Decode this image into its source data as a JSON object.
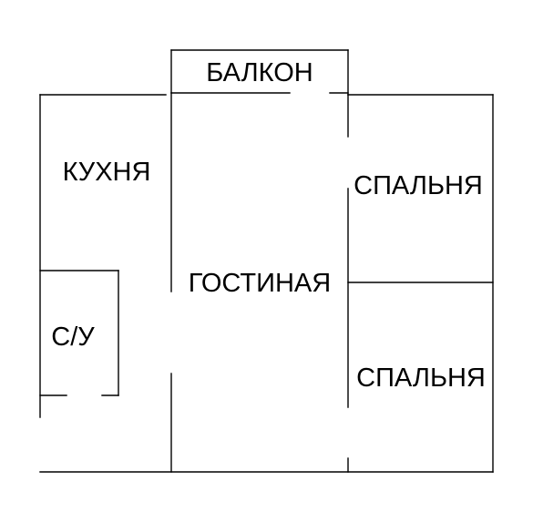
{
  "floorplan": {
    "rooms": [
      {
        "id": "balcony",
        "label": "БАЛКОН"
      },
      {
        "id": "kitchen",
        "label": "КУХНЯ"
      },
      {
        "id": "bedroom-1",
        "label": "СПАЛЬНЯ"
      },
      {
        "id": "living-room",
        "label": "ГОСТИНАЯ"
      },
      {
        "id": "bathroom",
        "label": "С/У"
      },
      {
        "id": "bedroom-2",
        "label": "СПАЛЬНЯ"
      }
    ],
    "colors": {
      "background": "#ffffff",
      "walls": "#000000",
      "text": "#000000"
    }
  }
}
